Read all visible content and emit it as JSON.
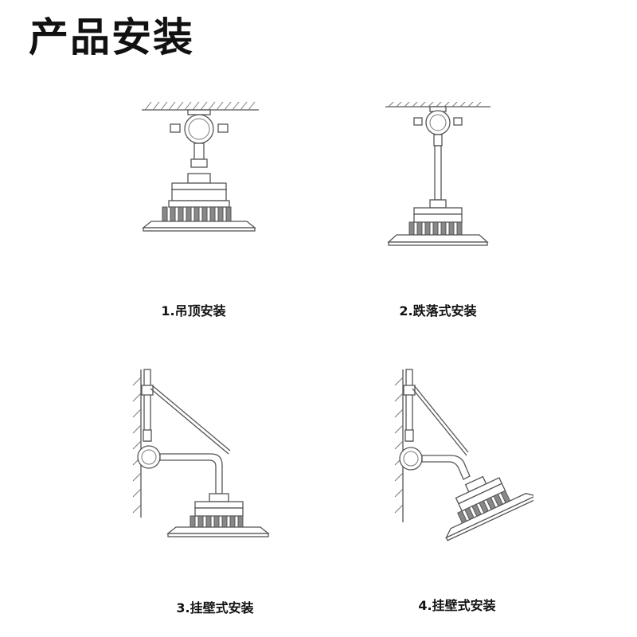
{
  "page": {
    "title": "产品安装"
  },
  "methods": [
    {
      "label": "1.吊顶安装"
    },
    {
      "label": "2.跌落式安装"
    },
    {
      "label": "3.挂壁式安装"
    },
    {
      "label": "4.挂壁式安装"
    }
  ]
}
